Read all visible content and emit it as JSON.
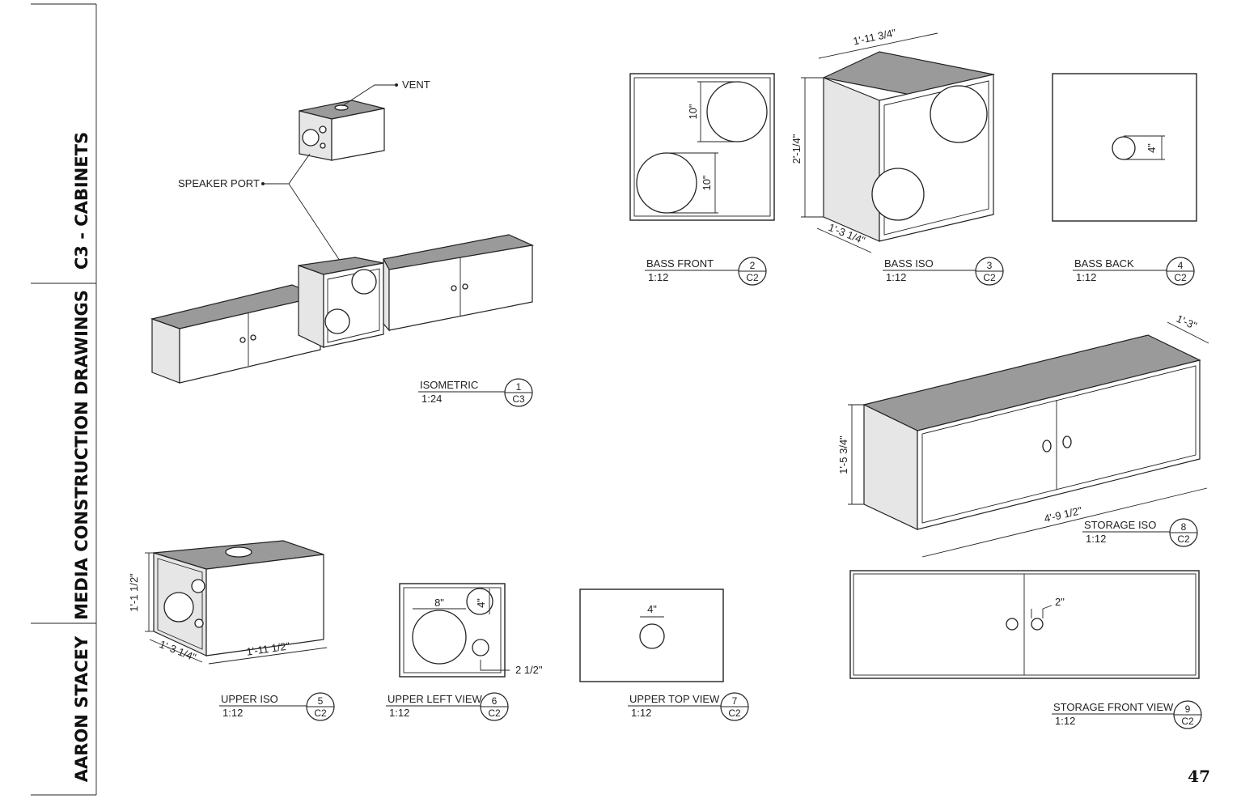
{
  "sidebar": {
    "title": "C3 - CABINETS",
    "subtitle": "MEDIA CONSTRUCTION DRAWINGS",
    "author": "AARON STACEY"
  },
  "page_number": "47",
  "callouts": {
    "vent": "VENT",
    "speaker_port": "SPEAKER PORT"
  },
  "views": [
    {
      "name": "ISOMETRIC",
      "scale": "1:24",
      "num": "1",
      "sheet": "C3"
    },
    {
      "name": "BASS FRONT",
      "scale": "1:12",
      "num": "2",
      "sheet": "C2"
    },
    {
      "name": "BASS ISO",
      "scale": "1:12",
      "num": "3",
      "sheet": "C2"
    },
    {
      "name": "BASS BACK",
      "scale": "1:12",
      "num": "4",
      "sheet": "C2"
    },
    {
      "name": "UPPER ISO",
      "scale": "1:12",
      "num": "5",
      "sheet": "C2"
    },
    {
      "name": "UPPER LEFT VIEW",
      "scale": "1:12",
      "num": "6",
      "sheet": "C2"
    },
    {
      "name": "UPPER TOP VIEW",
      "scale": "1:12",
      "num": "7",
      "sheet": "C2"
    },
    {
      "name": "STORAGE ISO",
      "scale": "1:12",
      "num": "8",
      "sheet": "C2"
    },
    {
      "name": "STORAGE FRONT VIEW",
      "scale": "1:12",
      "num": "9",
      "sheet": "C2"
    }
  ],
  "dimensions": {
    "bass_front_top": "10\"",
    "bass_front_bottom": "10\"",
    "bass_iso_width": "1'-11 3/4\"",
    "bass_iso_height": "2'-1/4\"",
    "bass_iso_depth": "1'-3 1/4\"",
    "bass_back_hole": "4\"",
    "upper_iso_height": "1'-1 1/2\"",
    "upper_iso_depth": "1'-3 1/4\"",
    "upper_iso_width": "1'-11 1/2\"",
    "upper_left_large": "8\"",
    "upper_left_small": "4\"",
    "upper_left_port": "2 1/2\"",
    "upper_top_hole": "4\"",
    "storage_iso_depth": "1'-3\"",
    "storage_iso_height": "1'-5 3/4\"",
    "storage_iso_width": "4'-9 1/2\"",
    "storage_front_knob": "2\""
  }
}
